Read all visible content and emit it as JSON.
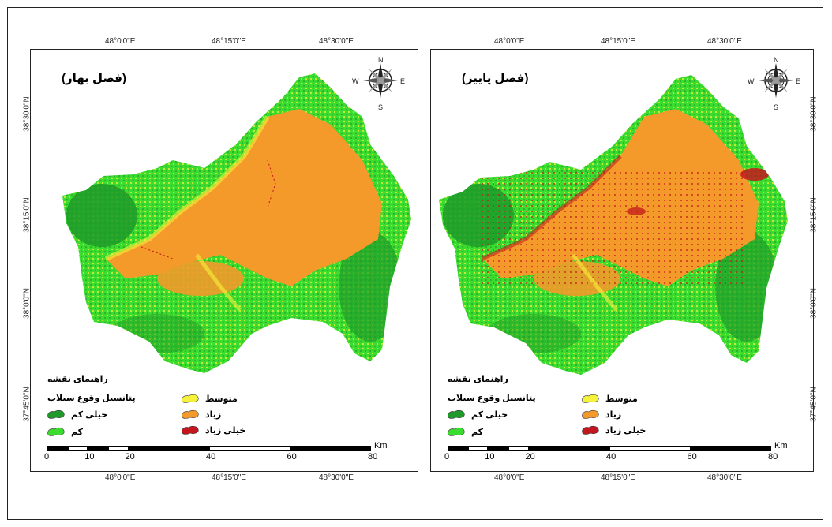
{
  "colors": {
    "very_low": "#1f9a2a",
    "low": "#3bdc2f",
    "medium": "#f6f23a",
    "high": "#f39a2a",
    "very_high": "#c4161c"
  },
  "panels": [
    {
      "title": "(فصل بهار)",
      "top_ticks": [
        "48°0'0\"E",
        "48°15'0\"E",
        "48°30'0\"E"
      ],
      "bottom_ticks": [
        "48°0'0\"E",
        "48°15'0\"E",
        "48°30'0\"E"
      ],
      "left_ticks": [
        "38°30'0\"N",
        "38°15'0\"N",
        "38°0'0\"N",
        "37°45'0\"N"
      ],
      "right_ticks": [],
      "legend": {
        "title": "راهنمای نقشه",
        "subtitle": "پتانسیل وقوع سیلاب",
        "items": [
          {
            "label": "خیلی کم",
            "key": "very_low"
          },
          {
            "label": "کم",
            "key": "low"
          },
          {
            "label": "متوسط",
            "key": "medium"
          },
          {
            "label": "زیاد",
            "key": "high"
          },
          {
            "label": "خیلی زیاد",
            "key": "very_high"
          }
        ]
      },
      "scale": {
        "labels": [
          "0",
          "10",
          "20",
          "40",
          "60",
          "80"
        ],
        "unit": "Km"
      },
      "compass": {
        "n": "N",
        "s": "S",
        "e": "E",
        "w": "W"
      }
    },
    {
      "title": "(فصل پاییز)",
      "top_ticks": [
        "48°0'0\"E",
        "48°15'0\"E",
        "48°30'0\"E"
      ],
      "bottom_ticks": [
        "48°0'0\"E",
        "48°15'0\"E",
        "48°30'0\"E"
      ],
      "left_ticks": [],
      "right_ticks": [
        "38°30'0\"N",
        "38°15'0\"N",
        "38°0'0\"N",
        "37°45'0\"N"
      ],
      "legend": {
        "title": "راهنمای نقشه",
        "subtitle": "پتانسیل وقوع سیلاب",
        "items": [
          {
            "label": "خیلی کم",
            "key": "very_low"
          },
          {
            "label": "کم",
            "key": "low"
          },
          {
            "label": "متوسط",
            "key": "medium"
          },
          {
            "label": "زیاد",
            "key": "high"
          },
          {
            "label": "خیلی زیاد",
            "key": "very_high"
          }
        ]
      },
      "scale": {
        "labels": [
          "0",
          "10",
          "20",
          "40",
          "60",
          "80"
        ],
        "unit": "Km"
      },
      "compass": {
        "n": "N",
        "s": "S",
        "e": "E",
        "w": "W"
      }
    }
  ]
}
